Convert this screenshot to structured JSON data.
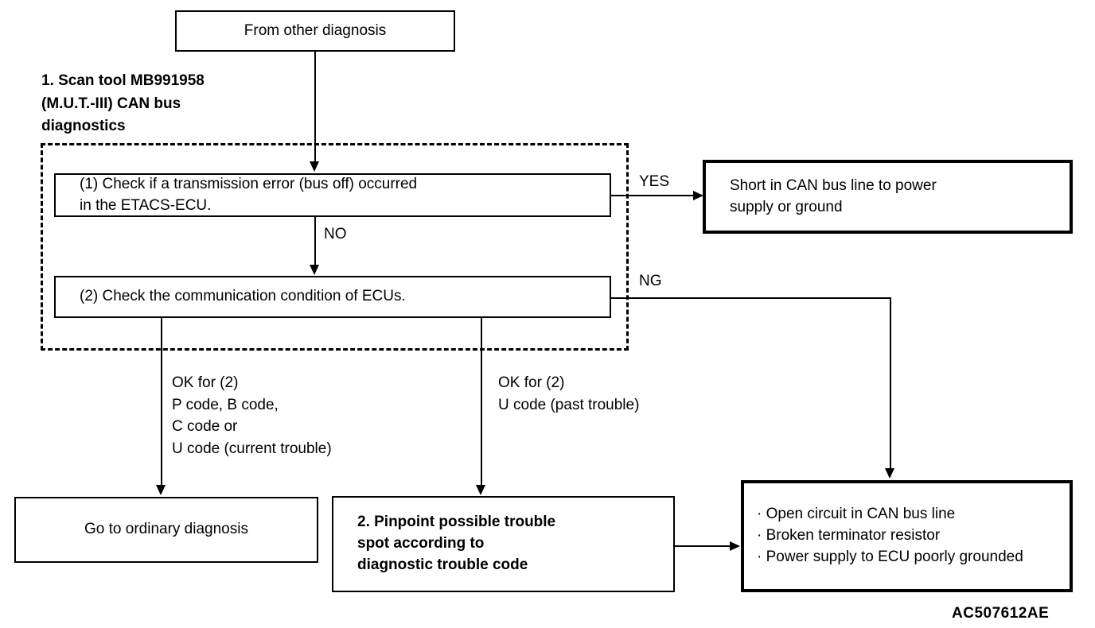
{
  "diagram": {
    "figure_id": "AC507612AE",
    "boxes": {
      "start": "From other diagnosis",
      "step1_check": "(1) Check if a transmission error (bus off) occurred\nin the ETACS-ECU.",
      "step2_check": "(2) Check the communication condition of ECUs.",
      "short_result": "Short in CAN bus line to power\nsupply or ground",
      "ordinary_diagnosis": "Go to ordinary diagnosis",
      "pinpoint": "2. Pinpoint possible trouble\n    spot according to\n    diagnostic trouble code",
      "open_circuit_list": "· Open circuit in CAN bus line\n· Broken terminator resistor\n· Power supply to ECU poorly grounded"
    },
    "group_label": "1. Scan tool MB991958\n    (M.U.T.-III) CAN bus\n    diagnostics",
    "edge_labels": {
      "yes": "YES",
      "no": "NO",
      "ng": "NG",
      "ok_left": "OK for (2)\nP code, B code,\nC code or\nU code (current trouble)",
      "ok_center": "OK for (2)\nU code (past trouble)"
    }
  }
}
